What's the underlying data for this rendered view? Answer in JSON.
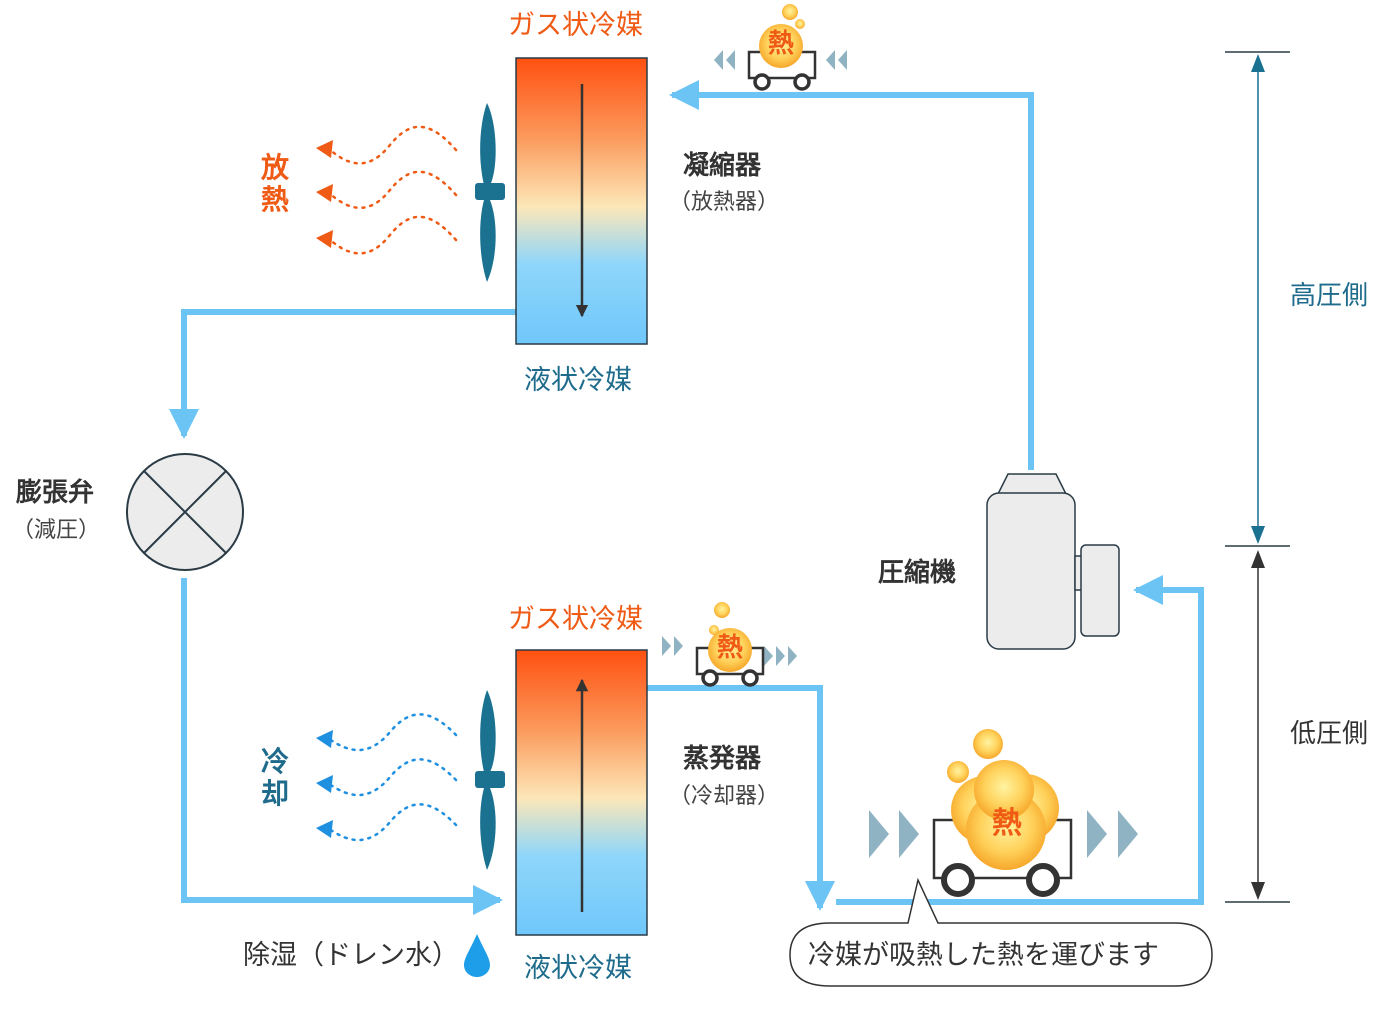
{
  "condenser": {
    "gas_label": "ガス状冷媒",
    "liquid_label": "液状冷媒",
    "name": "凝縮器",
    "subname": "（放熱器）",
    "side_label": "放\n熱"
  },
  "evaporator": {
    "gas_label": "ガス状冷媒",
    "liquid_label": "液状冷媒",
    "name": "蒸発器",
    "subname": "（冷却器）",
    "side_label": "冷\n却"
  },
  "expansion_valve": {
    "name": "膨張弁",
    "subname": "（減圧）"
  },
  "compressor": {
    "name": "圧縮機"
  },
  "pressure": {
    "high": "高圧側",
    "low": "低圧側"
  },
  "heat_char": "熱",
  "drain_label": "除湿（ドレン水）",
  "bubble_text": "冷媒が吸熱した熱を運びます",
  "colors": {
    "pipe": "#6cc4f5",
    "gas": "#ff5010",
    "liquid": "#72c8fb",
    "heat_text": "#ef5a15",
    "cool_text": "#1e6b8c",
    "fan": "#1a7190",
    "chevron": "#8fb3c2"
  }
}
